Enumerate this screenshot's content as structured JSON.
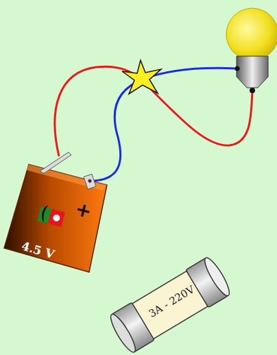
{
  "diagram": {
    "labels": [
      "+",
      "4.5 V",
      "3A - 220V"
    ]
  }
}
